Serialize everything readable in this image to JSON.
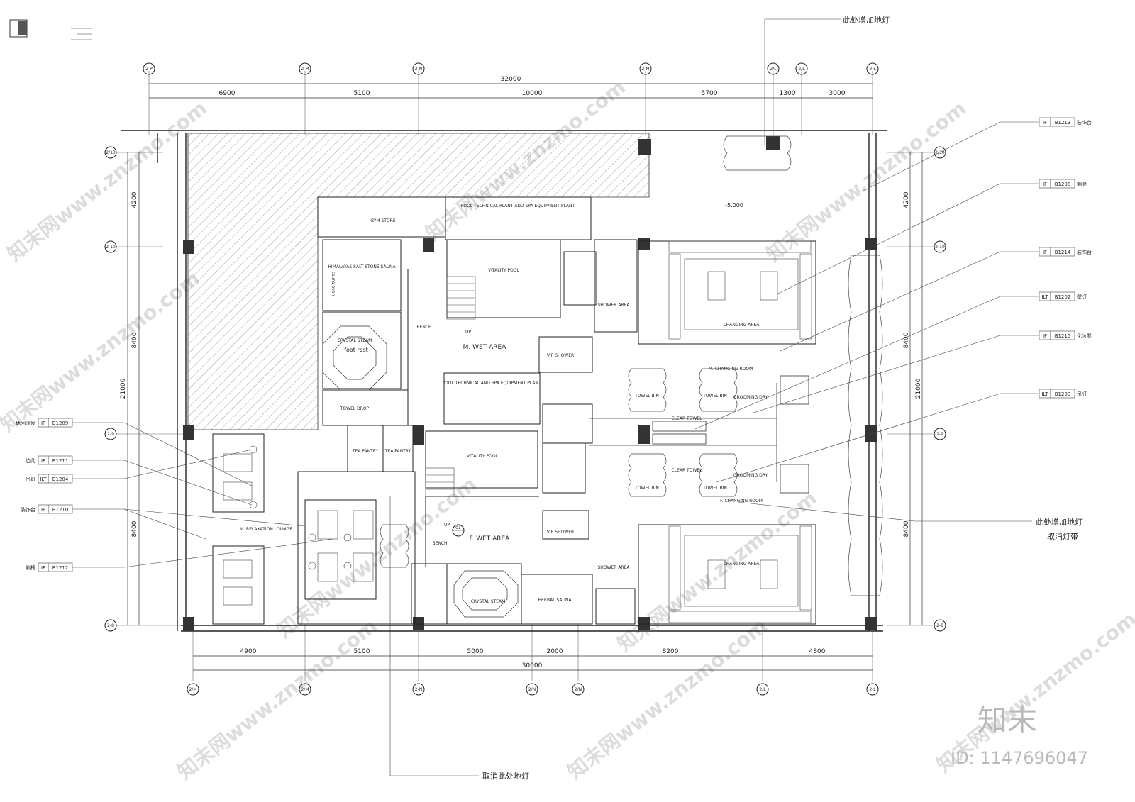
{
  "notes": {
    "top_right": "此处增加地灯",
    "right_1": "此处增加地灯",
    "right_2": "取消灯带",
    "bottom": "取消此处地灯"
  },
  "watermark": {
    "logo": "知末",
    "id": "ID: 1147696047",
    "diagonal": "知末网www.znzmo.com"
  },
  "dims_top": {
    "total": "32000",
    "segs": [
      "6900",
      "5100",
      "10000",
      "5700",
      "1300",
      "3000"
    ]
  },
  "dims_bottom": {
    "total": "30000",
    "segs": [
      "4900",
      "5100",
      "5000",
      "2000",
      "8200",
      "4800"
    ]
  },
  "dims_left": {
    "total": "21000",
    "segs": [
      "4200",
      "8400",
      "8400"
    ]
  },
  "dims_right": {
    "total": "21000",
    "segs": [
      "4200",
      "8400",
      "8400"
    ]
  },
  "grid_top": [
    "2-P",
    "2-M",
    "2-N",
    "2-M",
    "2/L",
    "2/L",
    "2-L"
  ],
  "grid_bottom": [
    "2/M",
    "2/M",
    "2-N",
    "2/N",
    "2/N",
    "2/L",
    "2-L"
  ],
  "grid_left": [
    "2/10",
    "2-10",
    "2-9",
    "2-8"
  ],
  "grid_right": [
    "2/10",
    "2-10",
    "2-9",
    "2-8"
  ],
  "rooms": {
    "m_wet": "M. WET AREA",
    "f_wet": "F. WET AREA",
    "gym": "GYM STORE",
    "salt": "HIMALAYAS SALT STONE SAUNA",
    "sauna_oven": "sauna oven",
    "foot_rest": "foot rest",
    "crystal_steam_m": "CRYSTAL STEAM",
    "pool_plant_top": "POOL TECHNICAL PLANT AND SPA EQUIPMENT PLANT",
    "vitality_top": "VITALITY POOL",
    "pool_plant_mid": "POOL TECHNICAL AND SPA EQUIPMENT PLANT",
    "vitality_mid": "VITALITY POOL",
    "towel_drop": "TOWEL DROP",
    "tea_pantry_1": "TEA PANTRY",
    "tea_pantry_2": "TEA PANTRY",
    "vip_shower_1": "VIP SHOWER",
    "vip_shower_2": "VIP SHOWER",
    "shower_1": "SHOWER AREA",
    "shower_2": "SHOWER AREA",
    "changing_1": "CHANGING AREA",
    "changing_2": "CHANGING AREA",
    "m_changing": "M. CHANGING ROOM",
    "f_changing": "F. CHANGING ROOM",
    "towel_bin_1": "TOWEL BIN",
    "towel_bin_2": "TOWEL BIN",
    "towel_bin_3": "TOWEL BIN",
    "towel_bin_4": "TOWEL BIN",
    "clear_towel_1": "CLEAR TOWEL",
    "clear_towel_2": "CLEAR TOWEL",
    "grooming_1": "GROOMING DRY",
    "grooming_2": "GROOMING DRY",
    "relax": "M. RELAXATION LOUNGE",
    "crystal_steam_f": "CRYSTAL STEAM",
    "herbal": "HERBAL SAUNA",
    "bench_1": "BENCH",
    "bench_2": "BENCH",
    "up_1": "UP",
    "up_2": "UP",
    "level": "-5.000",
    "section": "01"
  },
  "tags_left": [
    {
      "label": "休闲沙发",
      "pre": "IF",
      "code": "B1209"
    },
    {
      "label": "边几",
      "pre": "IF",
      "code": "B1211"
    },
    {
      "label": "吊灯",
      "pre": "ILT",
      "code": "B1204"
    },
    {
      "label": "装饰台",
      "pre": "IF",
      "code": "B1210"
    },
    {
      "label": "躺椅",
      "pre": "IF",
      "code": "B1212"
    }
  ],
  "tags_right": [
    {
      "label": "装饰台",
      "pre": "IF",
      "code": "B1213"
    },
    {
      "label": "躺凳",
      "pre": "IF",
      "code": "B1208"
    },
    {
      "label": "装饰台",
      "pre": "IF",
      "code": "B1214"
    },
    {
      "label": "壁灯",
      "pre": "ILT",
      "code": "B1202"
    },
    {
      "label": "化妆凳",
      "pre": "IF",
      "code": "B1215"
    },
    {
      "label": "吊灯",
      "pre": "ILT",
      "code": "B1203"
    }
  ]
}
